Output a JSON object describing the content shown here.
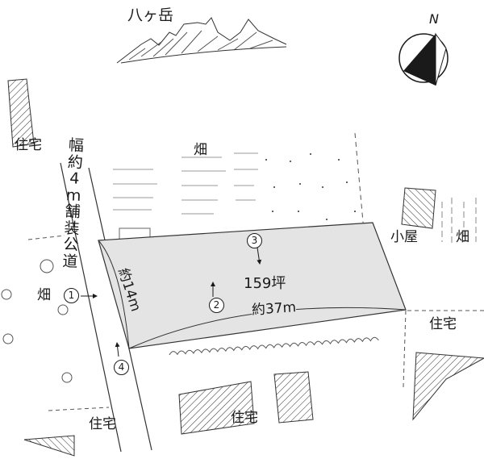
{
  "title_mountain": "八ヶ岳",
  "compass": {
    "label": "N"
  },
  "road": {
    "label_chars": [
      "幅",
      "約",
      "4",
      "m",
      "舗",
      "装",
      "公",
      "道"
    ]
  },
  "plot": {
    "area": "159坪",
    "side_width": "約14m",
    "side_length": "約37m",
    "fill_color": "#e4e4e4"
  },
  "labels": {
    "house_nw": "住宅",
    "field_north": "畑",
    "hut": "小屋",
    "field_east": "畑",
    "field_west": "畑",
    "house_east": "住宅",
    "house_sw": "住宅",
    "house_south": "住宅"
  },
  "photo_points": [
    "1",
    "2",
    "3",
    "4"
  ]
}
